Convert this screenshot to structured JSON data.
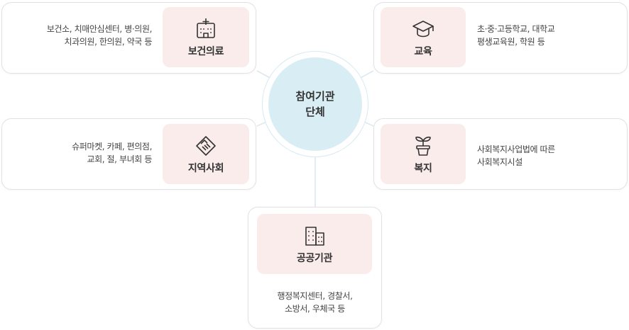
{
  "center": {
    "line1": "참여기관",
    "line2": "단체"
  },
  "categories": {
    "health": {
      "label": "보건의료",
      "icon": "hospital-icon",
      "desc": [
        "보건소, 치매안심센터, 병·의원,",
        "치과의원, 한의원, 약국 등"
      ]
    },
    "education": {
      "label": "교육",
      "icon": "graduation-cap-icon",
      "desc": [
        "초·중·고등학교, 대학교",
        "평생교육원, 학원 등"
      ]
    },
    "community": {
      "label": "지역사회",
      "icon": "handshake-icon",
      "desc": [
        "슈퍼마켓, 카페, 편의점,",
        "교회, 절, 부녀회 등"
      ]
    },
    "welfare": {
      "label": "복지",
      "icon": "plant-pot-icon",
      "desc": [
        "사회복지사업법에 따른",
        "사회복지시설"
      ]
    },
    "public": {
      "label": "공공기관",
      "icon": "buildings-icon",
      "desc": [
        "행정복지센터, 경찰서,",
        "소방서, 우체국 등"
      ]
    }
  },
  "colors": {
    "badge_bg": "#f9eceb",
    "hub_bg": "#d9eef4",
    "line": "#d6e7ee",
    "card_border": "#e2e2e2"
  }
}
